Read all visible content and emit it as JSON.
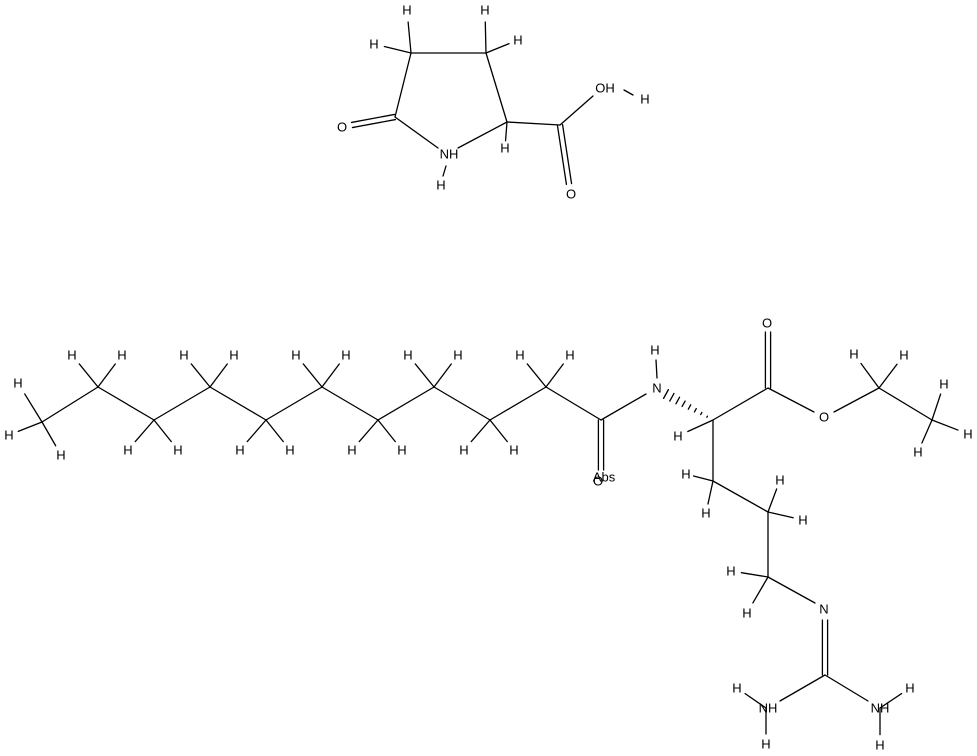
{
  "diagram": {
    "atom_labels": {
      "H": "H",
      "O": "O",
      "N": "N",
      "OH": "OH",
      "NH": "NH",
      "NH2": "NH",
      "HN": "HN",
      "Abs": "Abs"
    },
    "colors": {
      "bond": "#000000",
      "label": "#000000",
      "background": "#ffffff"
    }
  }
}
